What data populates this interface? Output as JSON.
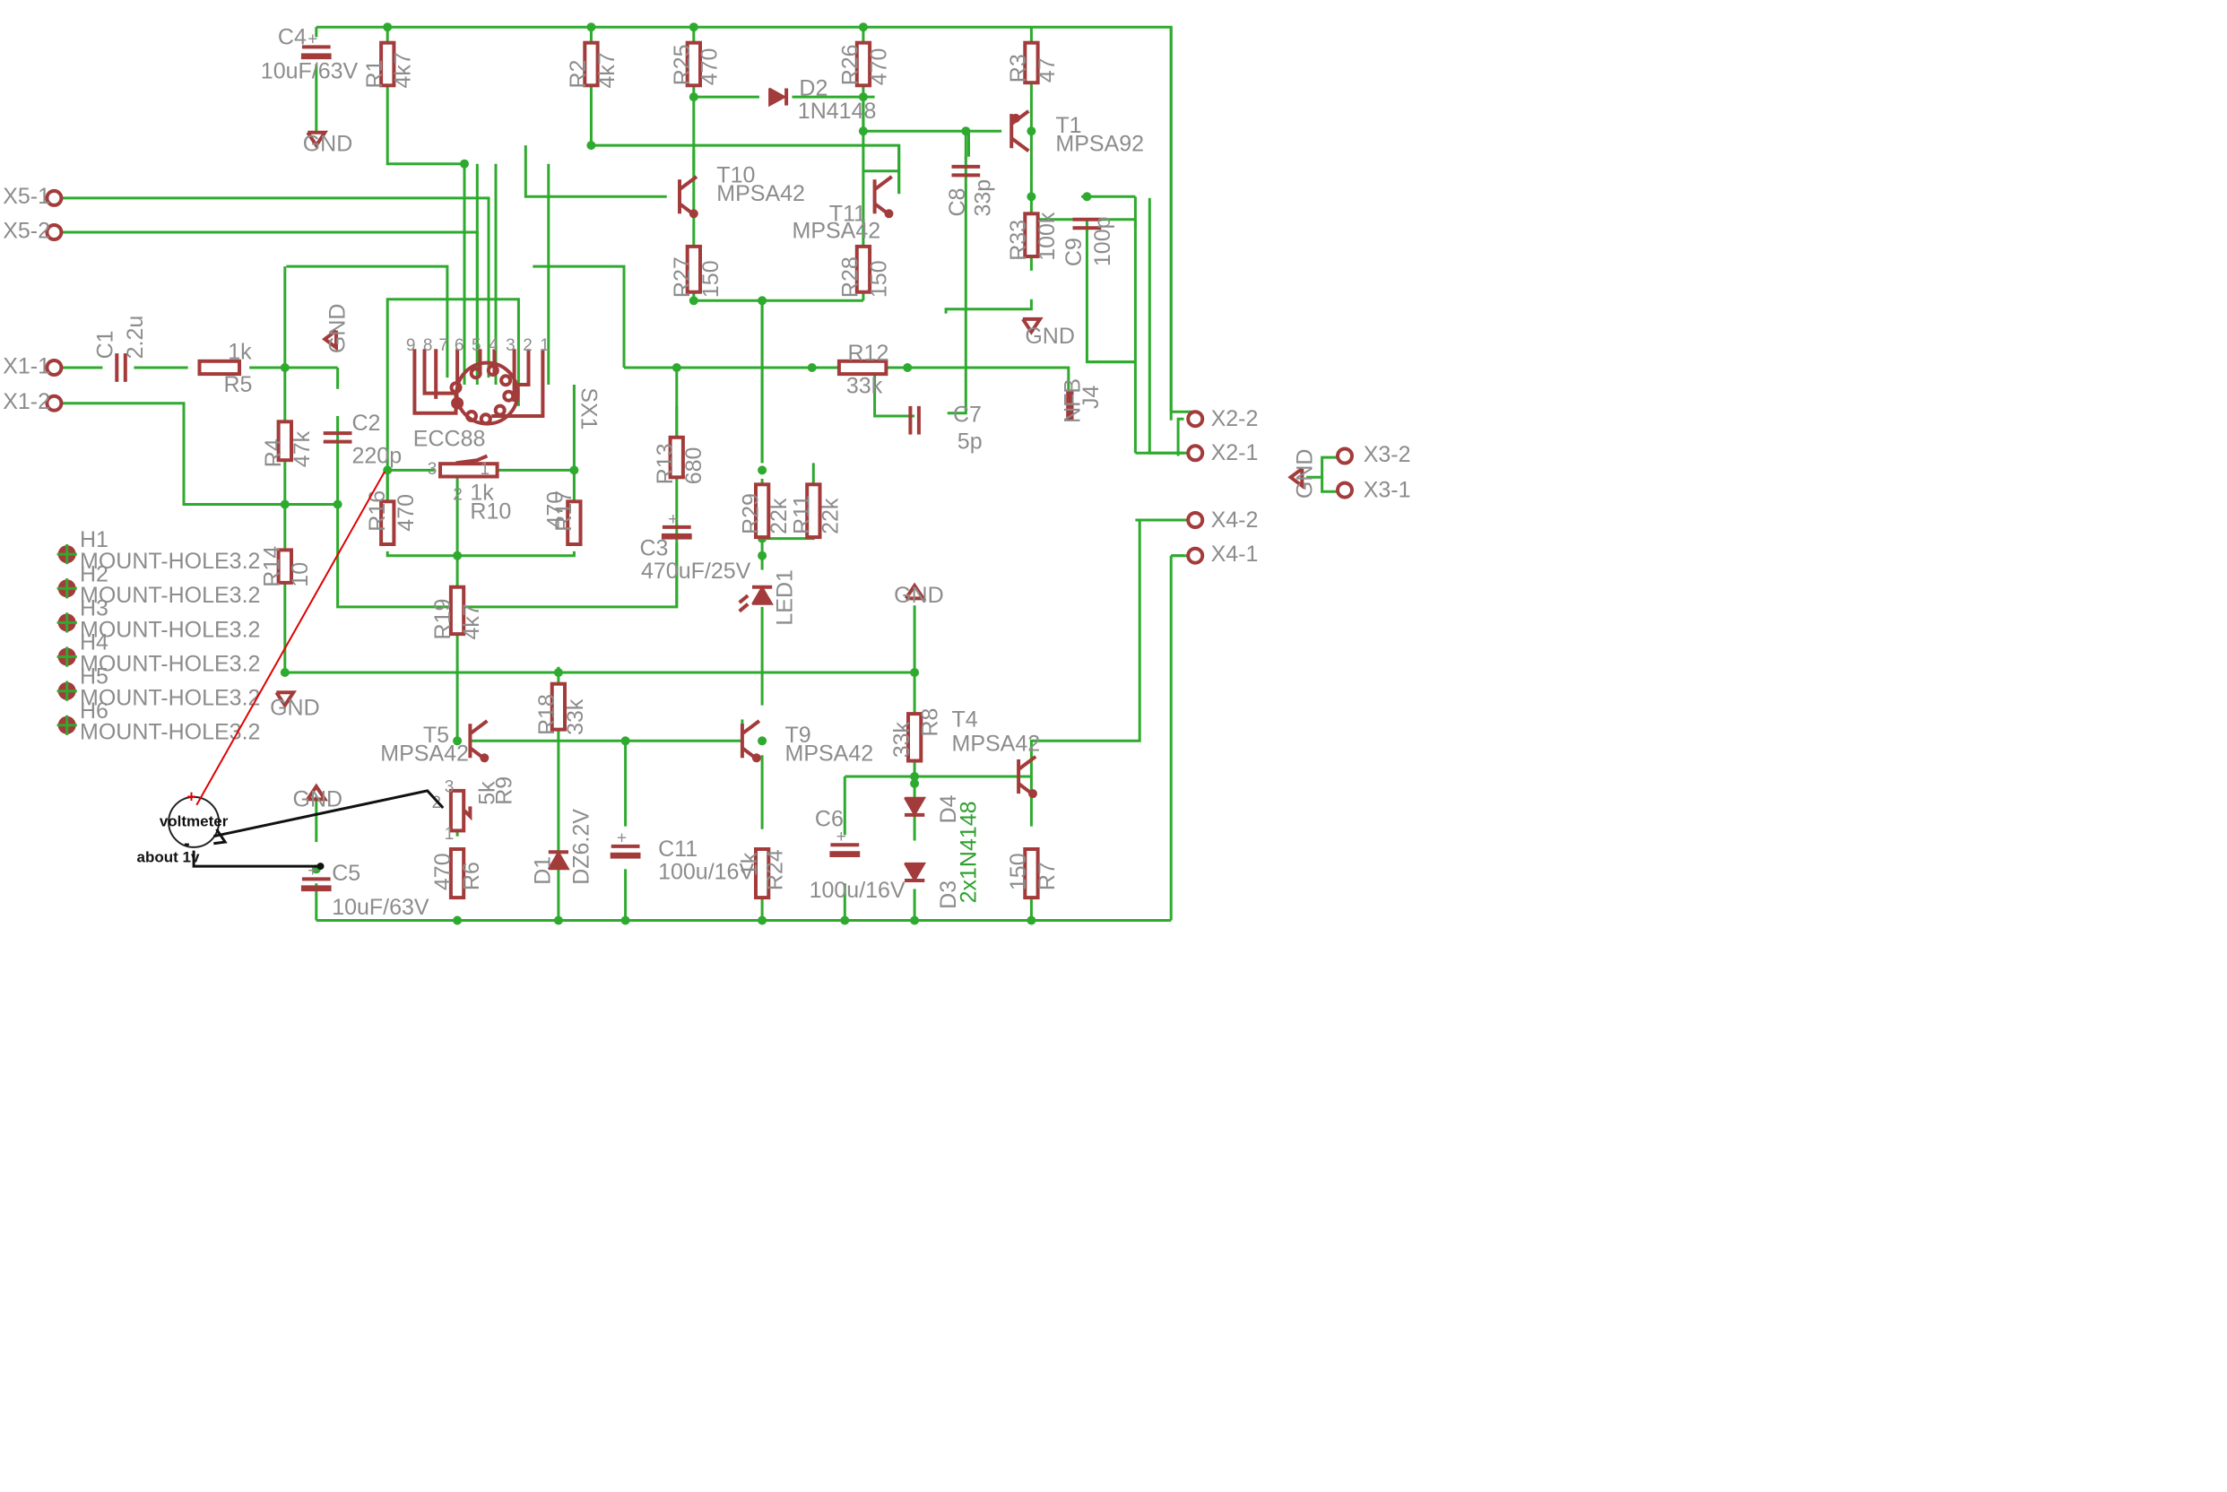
{
  "comp": {
    "C4": [
      "C4",
      "10uF/63V"
    ],
    "R1": [
      "R1",
      "4k7"
    ],
    "R2": [
      "R2",
      "4k7"
    ],
    "R25": [
      "R25",
      "470"
    ],
    "R26": [
      "R26",
      "470"
    ],
    "R3": [
      "R3",
      "47"
    ],
    "D2": [
      "D2",
      "1N4148"
    ],
    "T1": [
      "T1",
      "MPSA92"
    ],
    "T10": [
      "T10",
      "MPSA42"
    ],
    "T11": [
      "T11",
      "MPSA42"
    ],
    "C8": [
      "C8",
      "33p"
    ],
    "R33": [
      "R33",
      "100k"
    ],
    "C9": [
      "C9",
      "100p"
    ],
    "R27": [
      "R27",
      "150"
    ],
    "R28": [
      "R28",
      "150"
    ],
    "C1": [
      "C1",
      "2.2u"
    ],
    "R5": [
      "R5",
      "1k"
    ],
    "R12": [
      "R12",
      "33k"
    ],
    "J4": [
      "J4",
      "NFB"
    ],
    "C7": [
      "C7",
      "5p"
    ],
    "C2": [
      "C2",
      "220p"
    ],
    "R4": [
      "R4",
      "47k"
    ],
    "R10": [
      "R10",
      "1k"
    ],
    "R13": [
      "R13",
      "680"
    ],
    "R16": [
      "R16",
      "470"
    ],
    "R17": [
      "R17",
      "470"
    ],
    "C3": [
      "C3",
      "470uF/25V"
    ],
    "R29": [
      "R29",
      "22k"
    ],
    "R11": [
      "R11",
      "22k"
    ],
    "R14": [
      "R14",
      "10"
    ],
    "LED1": [
      "LED1",
      ""
    ],
    "R19": [
      "R19",
      "4k7"
    ],
    "R18": [
      "R18",
      "33k"
    ],
    "T5": [
      "T5",
      "MPSA42"
    ],
    "T9": [
      "T9",
      "MPSA42"
    ],
    "R8": [
      "R8",
      "33k"
    ],
    "T4": [
      "T4",
      "MPSA42"
    ],
    "R9": [
      "R9",
      "5k"
    ],
    "C6": [
      "C6",
      "100u/16V"
    ],
    "D4": [
      "D4",
      ""
    ],
    "D3": [
      "D3",
      "2x1N4148"
    ],
    "C5": [
      "C5",
      "10uF/63V"
    ],
    "R6": [
      "R6",
      "470"
    ],
    "D1": [
      "D1",
      "DZ6.2V"
    ],
    "C11": [
      "C11",
      "100u/16V"
    ],
    "R24": [
      "R24",
      "1k"
    ],
    "R7": [
      "R7",
      "150"
    ]
  },
  "tube": {
    "name": "ECC88",
    "ref": "SX1",
    "pins": [
      "9",
      "8",
      "7",
      "6",
      "5",
      "4",
      "3",
      "2",
      "1"
    ]
  },
  "connectors": [
    "X5-1",
    "X5-2",
    "X1-1",
    "X1-2",
    "X2-2",
    "X2-1",
    "X3-2",
    "X3-1",
    "X4-2",
    "X4-1"
  ],
  "ground_label": "GND",
  "pot_pins": [
    "3",
    "1",
    "2"
  ],
  "holes": [
    {
      "name": "H1",
      "type": "MOUNT-HOLE3.2"
    },
    {
      "name": "H2",
      "type": "MOUNT-HOLE3.2"
    },
    {
      "name": "H3",
      "type": "MOUNT-HOLE3.2"
    },
    {
      "name": "H4",
      "type": "MOUNT-HOLE3.2"
    },
    {
      "name": "H5",
      "type": "MOUNT-HOLE3.2"
    },
    {
      "name": "H6",
      "type": "MOUNT-HOLE3.2"
    }
  ],
  "annotations": {
    "voltmeter": "voltmeter",
    "plus": "+",
    "minus": "-",
    "about": "about 1v"
  },
  "colors": {
    "wire": "#2eaa2e",
    "component": "#a33b3b",
    "label": "#8c8c8c",
    "probe_red": "#e00000",
    "probe_black": "#111111"
  }
}
